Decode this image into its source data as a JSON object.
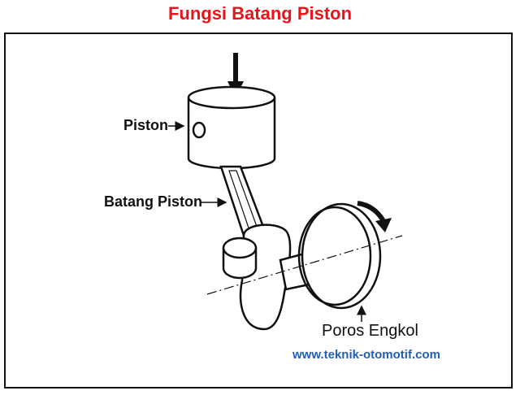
{
  "title": "Fungsi Batang Piston",
  "labels": {
    "piston": "Piston",
    "batang_piston": "Batang Piston",
    "poros_engkol": "Poros Engkol"
  },
  "website": "www.teknik-otomotif.com",
  "colors": {
    "title": "#e8141b",
    "website": "#1f5fb7",
    "line": "#111111"
  }
}
